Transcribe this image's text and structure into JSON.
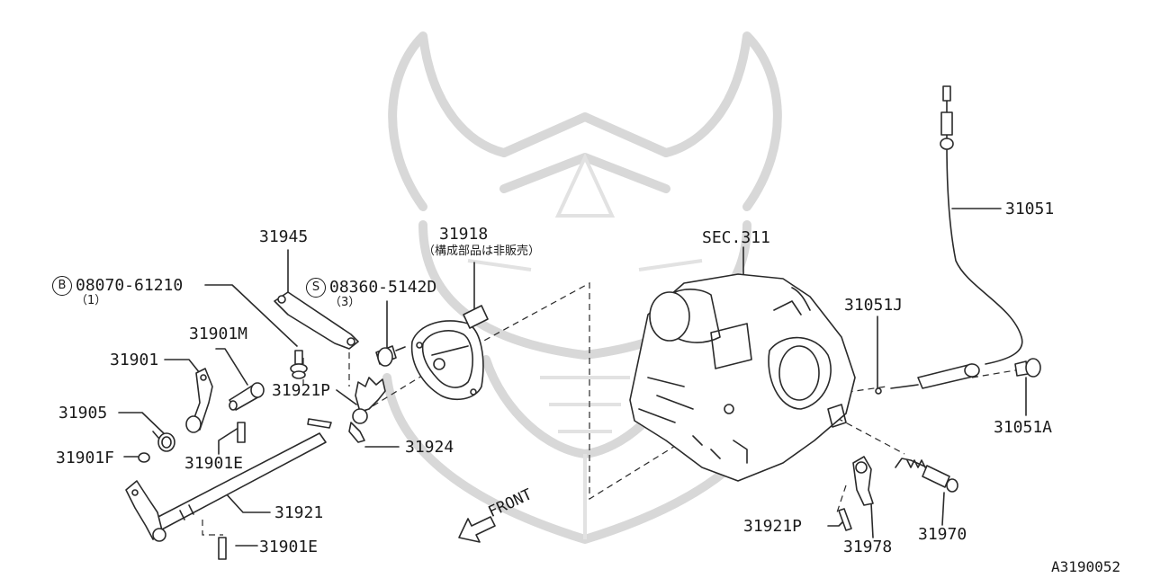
{
  "labels": {
    "p31945": "31945",
    "p31918": "31918",
    "p31918_note": "（構成部品は非販売）",
    "sec311": "SEC.311",
    "p31051": "31051",
    "b_symbol": "B",
    "b_part": "08070-61210",
    "b_qty": "（1）",
    "s_symbol": "S",
    "s_part": "08360-5142D",
    "s_qty": "（3）",
    "p31051J": "31051J",
    "p31901M": "31901M",
    "p31901": "31901",
    "p31921P_left": "31921P",
    "p31905": "31905",
    "p31924": "31924",
    "p31051A": "31051A",
    "p31901F": "31901F",
    "p31901E_mid": "31901E",
    "p31921": "31921",
    "p31901E_bottom": "31901E",
    "p31921P_right": "31921P",
    "p31978": "31978",
    "p31970": "31970",
    "front": "FRONT",
    "diagram_code": "A3190052"
  },
  "icons": {
    "watermark": "samurai-helmet-watermark-icon",
    "front_arrow": "arrow-down-left-icon"
  },
  "colors": {
    "line": "#2a2a2a",
    "text": "#1a1a1a",
    "watermark": "#d8d8d8",
    "background": "#ffffff"
  }
}
